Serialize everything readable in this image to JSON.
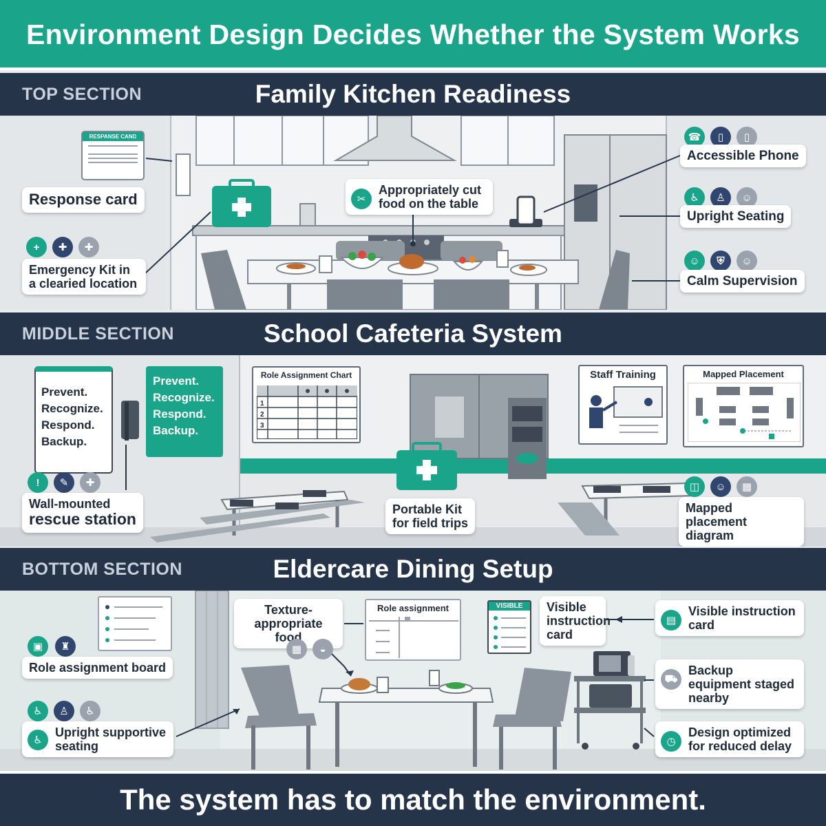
{
  "header": {
    "title": "Environment Design Decides Whether the System Works"
  },
  "colors": {
    "accent": "#1aa58a",
    "navy": "#26344a",
    "icon_navy": "#31466e",
    "icon_gray": "#9aa3ad"
  },
  "kitchen": {
    "tag": "TOP SECTION",
    "title": "Family Kitchen Readiness",
    "response_card_header": "RESPANSE CAND",
    "callouts": {
      "response_card": "Response card",
      "emergency_kit": "Emergency Kit in a clearied location",
      "cut_food": "Appropriately cut food on the table",
      "accessible_phone": "Accessible Phone",
      "upright_seating": "Upright Seating",
      "calm_supervision": "Calm Supervision"
    }
  },
  "cafeteria": {
    "tag": "MIDDLE SECTION",
    "title": "School Cafeteria System",
    "poster_white": [
      "Prevent.",
      "Recognize.",
      "Respond.",
      "Backup."
    ],
    "poster_green": [
      "Prevent.",
      "Recognize.",
      "Respond.",
      "Backup."
    ],
    "role_chart_title": "Role Assignment Chart",
    "role_chart_rows": [
      "1",
      "2",
      "3"
    ],
    "staff_training_title": "Staff Training",
    "mapped_placement_title": "Mapped Placement",
    "callouts": {
      "rescue_station_line1": "Wall-mounted",
      "rescue_station_line2": "rescue station",
      "portable_kit": "Portable Kit for field trips",
      "mapped_diagram": "Mapped placement diagram"
    }
  },
  "eldercare": {
    "tag": "BOTTOM SECTION",
    "title": "Eldercare Dining Setup",
    "role_board_title": "Role assignment",
    "visible_card_header": "VISIBLE",
    "callouts": {
      "role_board": "Role assignment board",
      "upright_seating": "Upright supportive seating",
      "texture_food": "Texture-appropriate food",
      "visible_card_label": "Visible instruction card",
      "visible_instruction": "Visible instruction card",
      "backup_equipment": "Backup equipment staged nearby",
      "design_optimized": "Design optimized for reduced delay"
    }
  },
  "footer": {
    "text": "The system has to match the environment."
  }
}
